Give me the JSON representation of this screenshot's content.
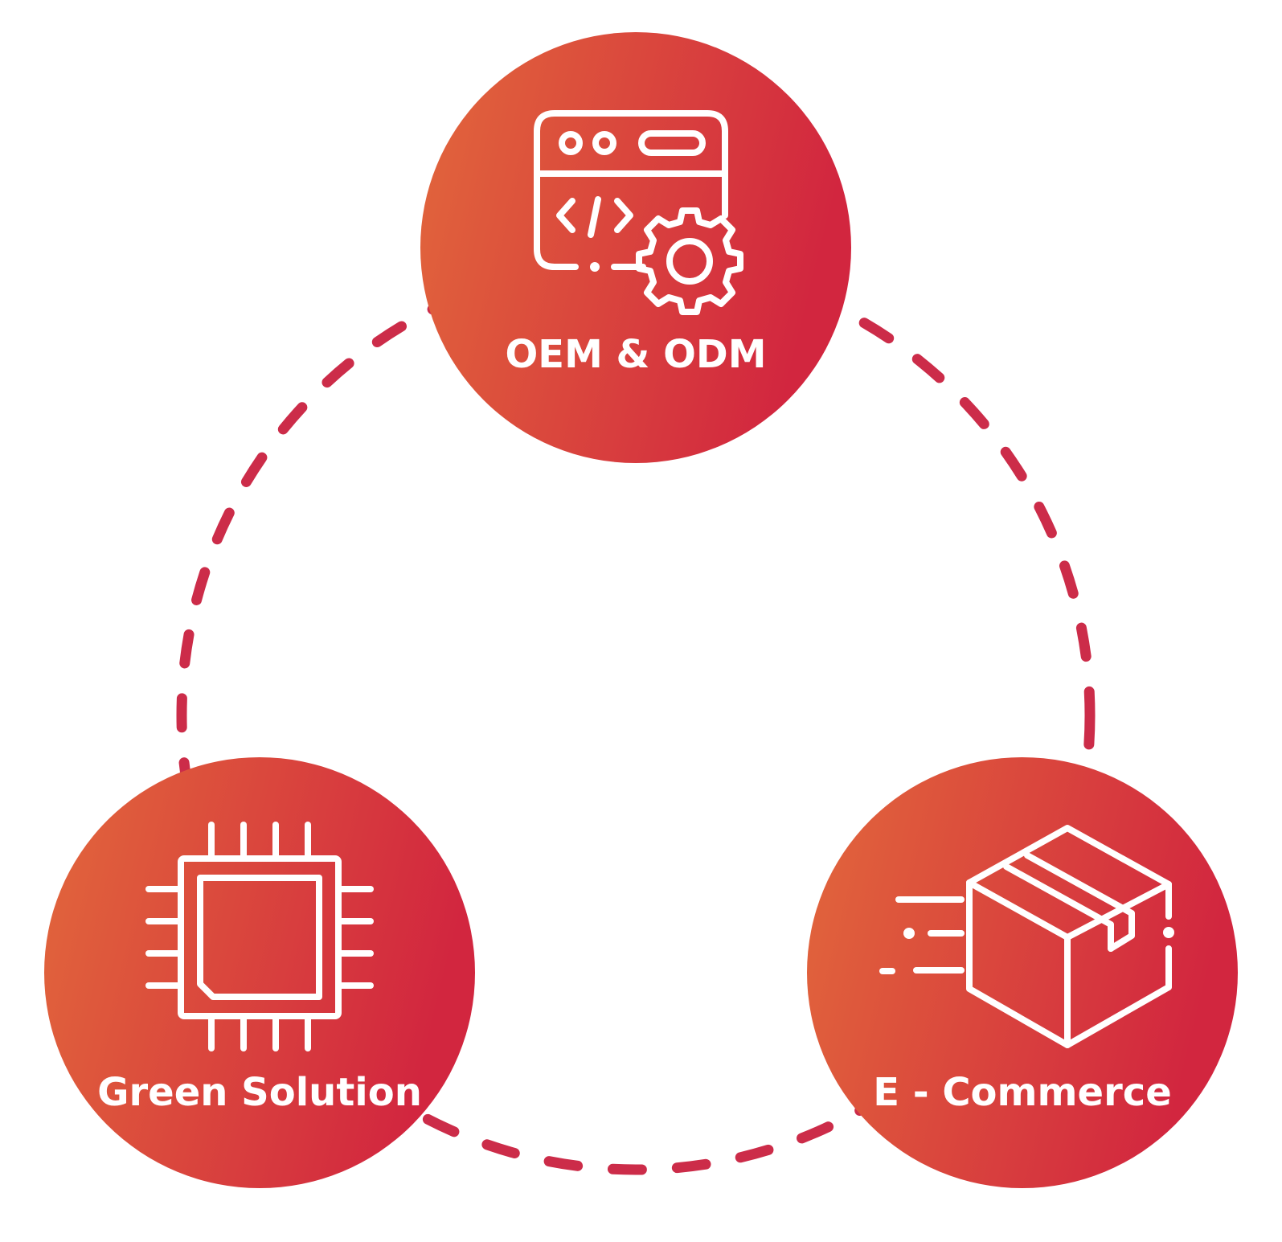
{
  "colors": {
    "background": "#ffffff",
    "connector": "#cc2c49",
    "node_gradient_start": "#e06a3c",
    "node_gradient_end": "#d22840",
    "icon": "#ffffff"
  },
  "nodes": [
    {
      "label": "OEM & ODM",
      "icon": "code-window-gear-icon"
    },
    {
      "label": "Green Solution",
      "icon": "microchip-icon"
    },
    {
      "label": "E - Commerce",
      "icon": "fast-delivery-box-icon"
    }
  ]
}
